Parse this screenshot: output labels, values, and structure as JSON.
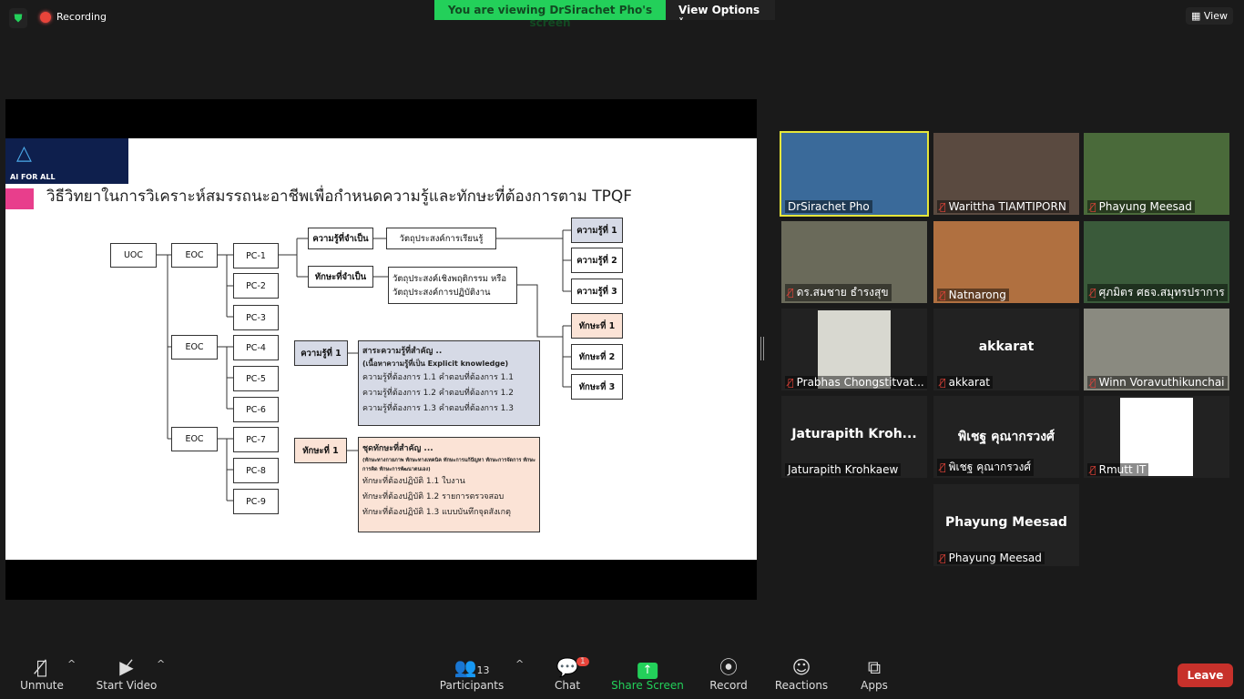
{
  "top": {
    "recording": "Recording",
    "banner": "You are viewing DrSirachet Pho's screen",
    "view_options": "View Options",
    "view": "View"
  },
  "slide": {
    "logo": "AI FOR ALL",
    "title": "วิธีวิทยาในการวิเคราะห์สมรรถนะอาชีพเพื่อกำหนดความรู้และทักษะที่ต้องการตาม TPQF",
    "uoc": "UOC",
    "eoc": [
      "EOC",
      "EOC",
      "EOC"
    ],
    "pc": [
      "PC-1",
      "PC-2",
      "PC-3",
      "PC-4",
      "PC-5",
      "PC-6",
      "PC-7",
      "PC-8",
      "PC-9"
    ],
    "knowledge_req": "ความรู้ที่จำเป็น",
    "skill_req": "ทักษะที่จำเป็น",
    "learning_obj": "วัตถุประสงค์การเรียนรู้",
    "behavior_obj_1": "วัตถุประสงค์เชิงพฤติกรรม หรือ",
    "behavior_obj_2": "วัตถุประสงค์การปฏิบัติงาน",
    "knowledge_items": [
      "ความรู้ที่ 1",
      "ความรู้ที่ 2",
      "ความรู้ที่ 3"
    ],
    "skill_items": [
      "ทักษะที่ 1",
      "ทักษะที่ 2",
      "ทักษะที่ 3"
    ],
    "k1_label": "ความรู้ที่ 1",
    "k_box": {
      "head": "สาระความรู้ที่สำคัญ ..",
      "sub": "(เนื้อหาความรู้ที่เป็น Explicit knowledge)",
      "lines": [
        "ความรู้ที่ต้องการ 1.1  คำตอบที่ต้องการ 1.1",
        "ความรู้ที่ต้องการ 1.2  คำตอบที่ต้องการ 1.2",
        "ความรู้ที่ต้องการ 1.3 คำตอบที่ต้องการ 1.3"
      ]
    },
    "s1_label": "ทักษะที่ 1",
    "s_box": {
      "head": "ชุดทักษะที่สำคัญ ...",
      "sub": "(ทักษะทางกายภาพ ทักษะทางเทคนิค ทักษะการแก้ปัญหา ทักษะการจัดการ ทักษะการคิด ทักษะการพัฒนาตนเอง)",
      "lines": [
        "ทักษะที่ต้องปฏิบัติ 1.1 ใบงาน",
        "ทักษะที่ต้องปฏิบัติ 1.2 รายการตรวจสอบ",
        "ทักษะที่ต้องปฏิบัติ 1.3 แบบบันทึกจุดสังเกตุ"
      ]
    }
  },
  "participants": [
    {
      "name": "DrSirachet Pho",
      "muted": false,
      "bg": "#3a6a9a"
    },
    {
      "name": "Warittha TIAMTIPORN",
      "muted": true,
      "bg": "#5a4a40"
    },
    {
      "name": "Phayung Meesad",
      "muted": true,
      "bg": "#4a6a3a"
    },
    {
      "name": "ดร.สมชาย ธำรงสุข",
      "muted": true,
      "bg": "#6a6a5a"
    },
    {
      "name": "Natnarong",
      "muted": true,
      "bg": "#b07040"
    },
    {
      "name": "ศุภมิตร ศธจ.สมุทรปราการ",
      "muted": true,
      "bg": "#3a5a3a"
    },
    {
      "name": "Prabhas Chongstitvat...",
      "muted": true,
      "bg": "#d8d8d0"
    },
    {
      "name": "akkarat",
      "muted": true,
      "center": "akkarat"
    },
    {
      "name": "Winn Voravuthikunchai",
      "muted": true,
      "bg": "#8a8a80"
    },
    {
      "name": "Jaturapith Krohkaew",
      "muted": false,
      "center": "Jaturapith  Kroh..."
    },
    {
      "name": "พิเชฐ  คุณากรวงศ์",
      "muted": true,
      "center": "พิเชฐ  คุณากรวงศ์"
    },
    {
      "name": "Rmutt IT",
      "muted": true,
      "bg": "#ffffff"
    },
    {
      "name": "Phayung Meesad",
      "muted": true,
      "center": "Phayung Meesad"
    }
  ],
  "toolbar": {
    "unmute": "Unmute",
    "start_video": "Start Video",
    "participants": "Participants",
    "participant_count": "13",
    "chat": "Chat",
    "chat_badge": "1",
    "share": "Share Screen",
    "record": "Record",
    "reactions": "Reactions",
    "apps": "Apps",
    "leave": "Leave"
  }
}
